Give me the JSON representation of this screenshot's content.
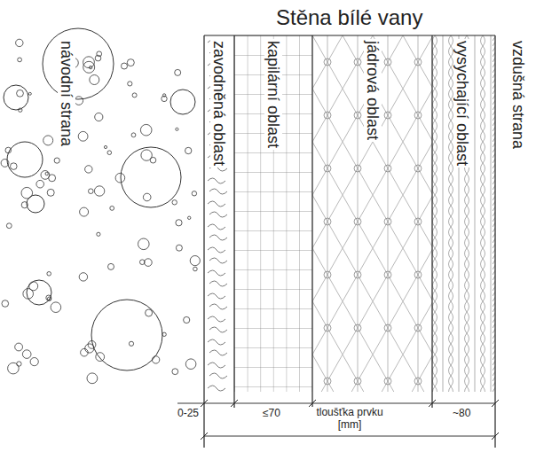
{
  "diagram": {
    "title": "Stěna bílé vany",
    "nodes": [
      {
        "text": [
          "zavodněná oblast"
        ]
      },
      {
        "text": [
          "kapilární oblast"
        ]
      },
      {
        "text": [
          "jádrová oblast"
        ]
      },
      {
        "text": [
          "vysychající oblast"
        ]
      }
    ],
    "labels": [
      "návodní strana",
      "vzdušná strana",
      "0-25",
      "≤70",
      "tloušťka prvku [mm]",
      "~80"
    ]
  }
}
